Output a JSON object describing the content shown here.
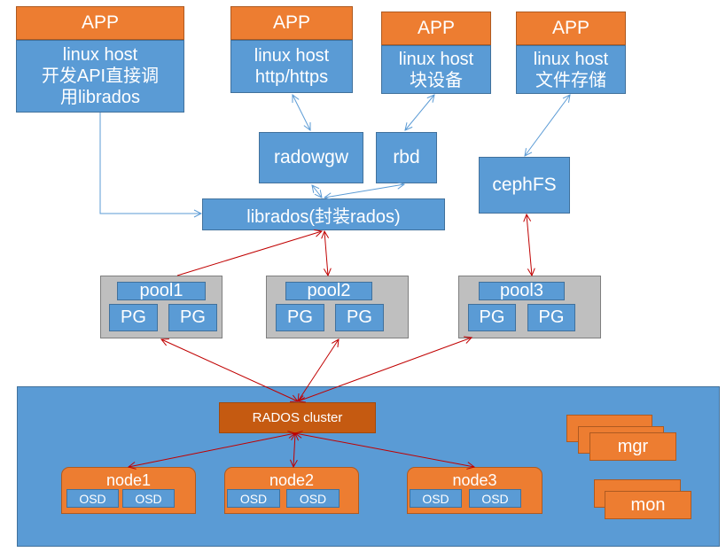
{
  "apps": [
    {
      "header": "APP",
      "lines": [
        "linux host",
        "开发API直接调",
        "用librados"
      ]
    },
    {
      "header": "APP",
      "lines": [
        "linux host",
        "http/https"
      ]
    },
    {
      "header": "APP",
      "lines": [
        "linux host",
        "块设备"
      ]
    },
    {
      "header": "APP",
      "lines": [
        "linux host",
        "文件存储"
      ]
    }
  ],
  "interfaces": {
    "radowgw": "radowgw",
    "rbd": "rbd",
    "cephfs": "cephFS",
    "librados": "librados(封装rados)"
  },
  "pools": [
    {
      "label": "pool1",
      "pgs": [
        "PG",
        "PG"
      ]
    },
    {
      "label": "pool2",
      "pgs": [
        "PG",
        "PG"
      ]
    },
    {
      "label": "pool3",
      "pgs": [
        "PG",
        "PG"
      ]
    }
  ],
  "cluster": {
    "label": "RADOS cluster",
    "nodes": [
      {
        "label": "node1",
        "osds": [
          "OSD",
          "OSD"
        ]
      },
      {
        "label": "node2",
        "osds": [
          "OSD",
          "OSD"
        ]
      },
      {
        "label": "node3",
        "osds": [
          "OSD",
          "OSD"
        ]
      }
    ],
    "mgr": "mgr",
    "mon": "mon"
  },
  "colors": {
    "blue": "#5a9bd5",
    "orange": "#ed7d31",
    "rados_orange": "#c55a11",
    "pool_grey": "#bfbfbf",
    "client_arrow": "#5b9bd5",
    "storage_arrow": "#c00000"
  }
}
